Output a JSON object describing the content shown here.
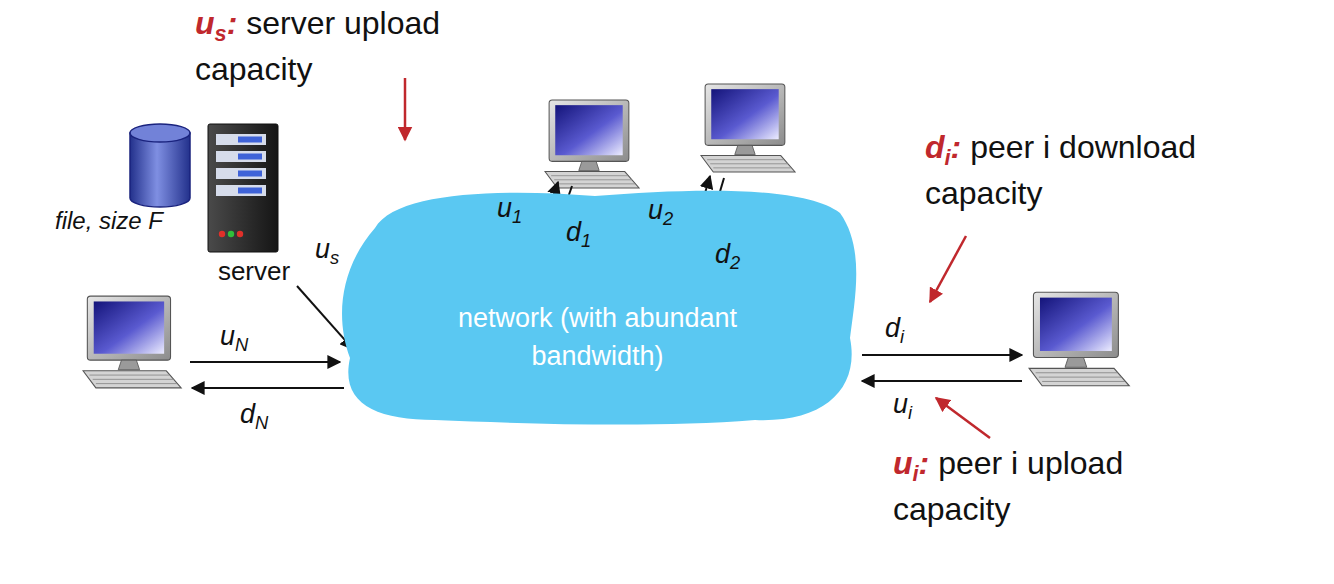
{
  "diagram": {
    "nodes": [
      {
        "text": [
          "file, size F"
        ]
      },
      {
        "text": [
          "server"
        ]
      },
      {
        "text": [
          "network (with abundant bandwidth)"
        ]
      }
    ],
    "edges": [
      {
        "from": 1,
        "to": 2,
        "arrow": "to",
        "label": "us"
      }
    ],
    "labels": [
      "us: server upload capacity",
      "u1",
      "d1",
      "u2",
      "d2",
      "di: peer i download capacity",
      "di",
      "ui",
      "ui: peer i upload capacity",
      "uN",
      "dN"
    ]
  }
}
